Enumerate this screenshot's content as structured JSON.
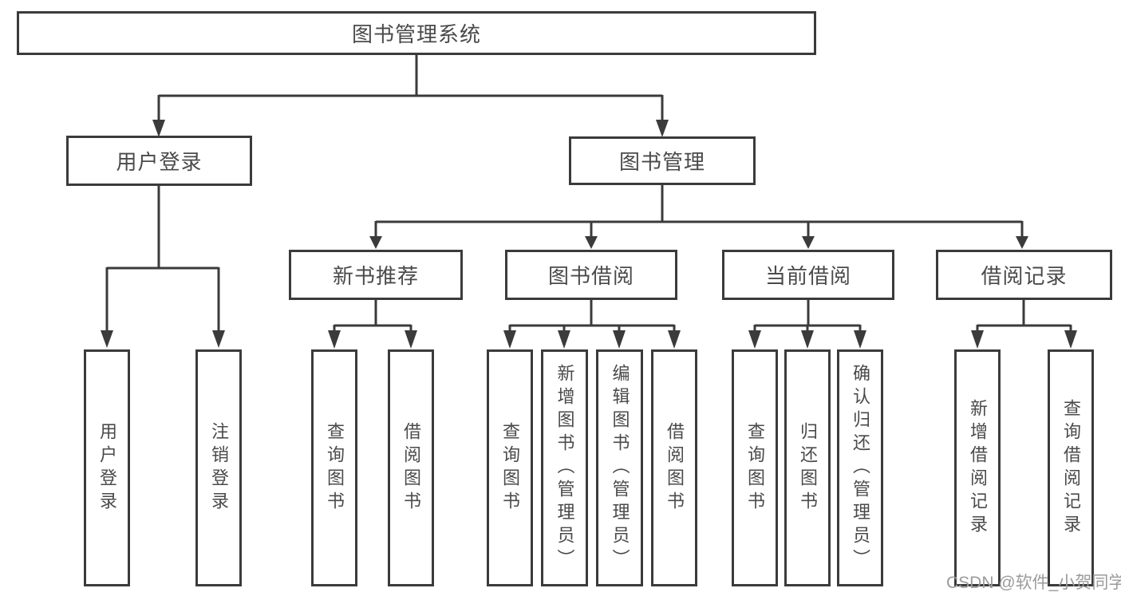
{
  "diagram": {
    "title": "图书管理系统",
    "root": {
      "label": "图书管理系统"
    },
    "level2": [
      {
        "label": "用户登录"
      },
      {
        "label": "图书管理"
      }
    ],
    "level3": [
      {
        "label": "新书推荐",
        "parent": "图书管理"
      },
      {
        "label": "图书借阅",
        "parent": "图书管理"
      },
      {
        "label": "当前借阅",
        "parent": "图书管理"
      },
      {
        "label": "借阅记录",
        "parent": "图书管理"
      }
    ],
    "leaves": [
      {
        "label": "用户登录",
        "parent": "用户登录"
      },
      {
        "label": "注销登录",
        "parent": "用户登录"
      },
      {
        "label": "查询图书",
        "parent": "新书推荐"
      },
      {
        "label": "借阅图书",
        "parent": "新书推荐"
      },
      {
        "label": "查询图书",
        "parent": "图书借阅"
      },
      {
        "label": "新增图书（管理员）",
        "parent": "图书借阅"
      },
      {
        "label": "编辑图书（管理员）",
        "parent": "图书借阅"
      },
      {
        "label": "借阅图书",
        "parent": "图书借阅"
      },
      {
        "label": "查询图书",
        "parent": "当前借阅"
      },
      {
        "label": "归还图书",
        "parent": "当前借阅"
      },
      {
        "label": "确认归还（管理员）",
        "parent": "当前借阅"
      },
      {
        "label": "新增借阅记录",
        "parent": "借阅记录"
      },
      {
        "label": "查询借阅记录",
        "parent": "借阅记录"
      }
    ]
  },
  "watermark": {
    "text": "CSDN @软件_小贺同学"
  },
  "colors": {
    "line": "#3b3b3b",
    "text": "#4a4a4a",
    "watermark": "#9b9b9b",
    "background": "#ffffff"
  }
}
